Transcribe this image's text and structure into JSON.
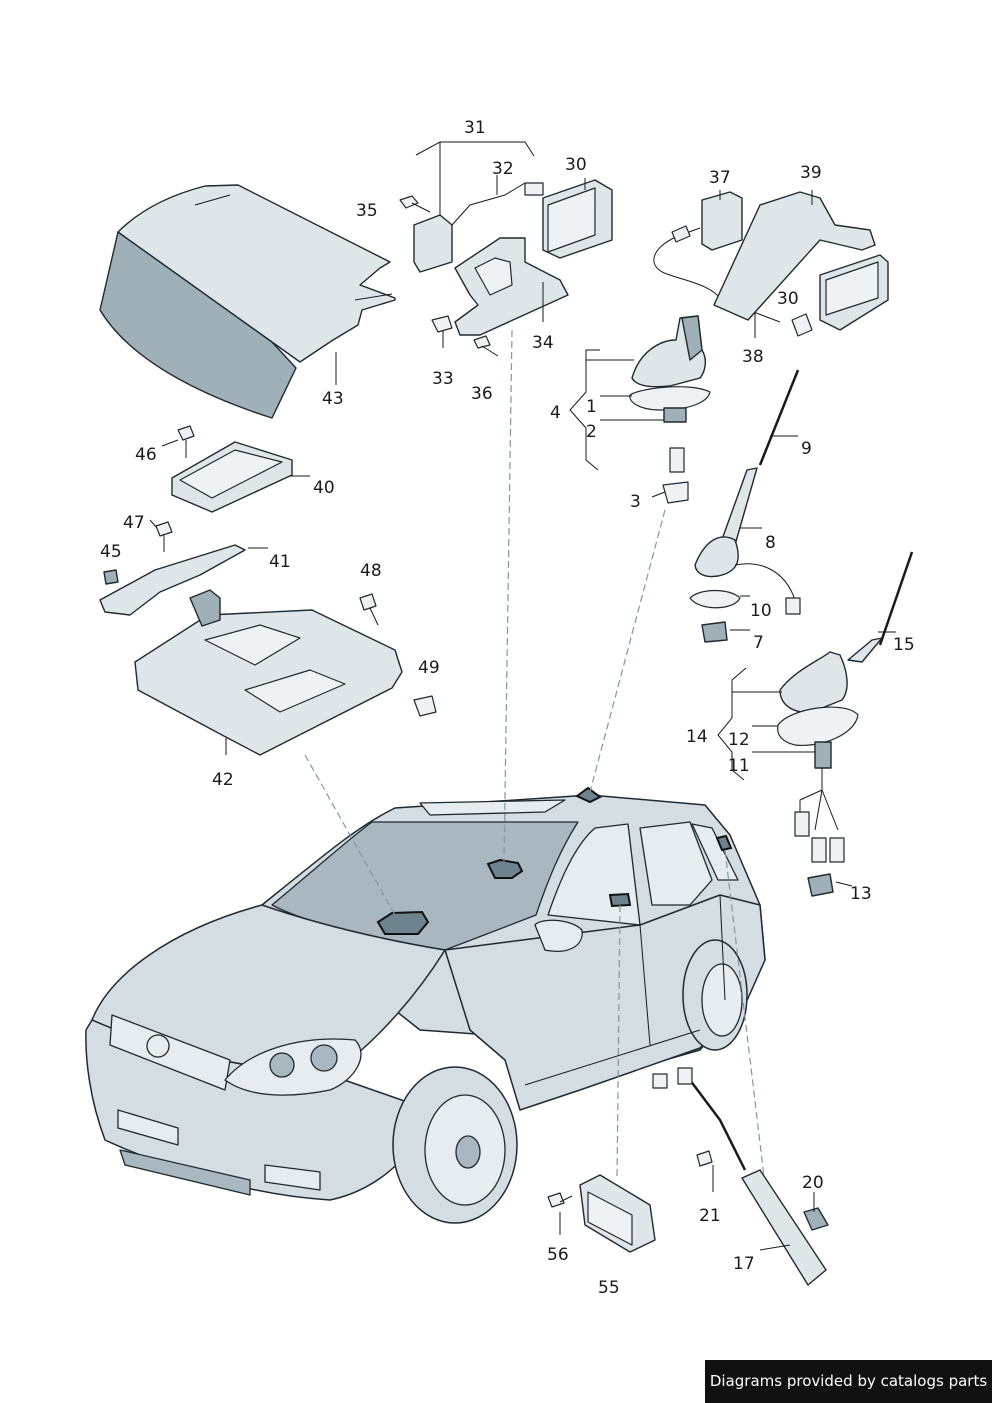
{
  "labels": {
    "l31": "31",
    "l32": "32",
    "l30a": "30",
    "l35": "35",
    "l34": "34",
    "l33": "33",
    "l36": "36",
    "l43": "43",
    "l37": "37",
    "l39": "39",
    "l30b": "30",
    "l38": "38",
    "l4": "4",
    "l1": "1",
    "l2": "2",
    "l3": "3",
    "l9": "9",
    "l8": "8",
    "l10": "10",
    "l7": "7",
    "l15": "15",
    "l14": "14",
    "l12": "12",
    "l11": "11",
    "l13": "13",
    "l46": "46",
    "l40": "40",
    "l47": "47",
    "l45": "45",
    "l41": "41",
    "l48": "48",
    "l49": "49",
    "l42": "42",
    "l21": "21",
    "l20": "20",
    "l17": "17",
    "l56": "56",
    "l55": "55"
  },
  "credit": "Diagrams provided by catalogs parts",
  "colors": {
    "part_fill": "#dfe6ea",
    "car_fill": "#d3dde2",
    "outline": "#1e2a30",
    "leader_dash": "#7f98a4",
    "credit_bg": "#111111"
  }
}
